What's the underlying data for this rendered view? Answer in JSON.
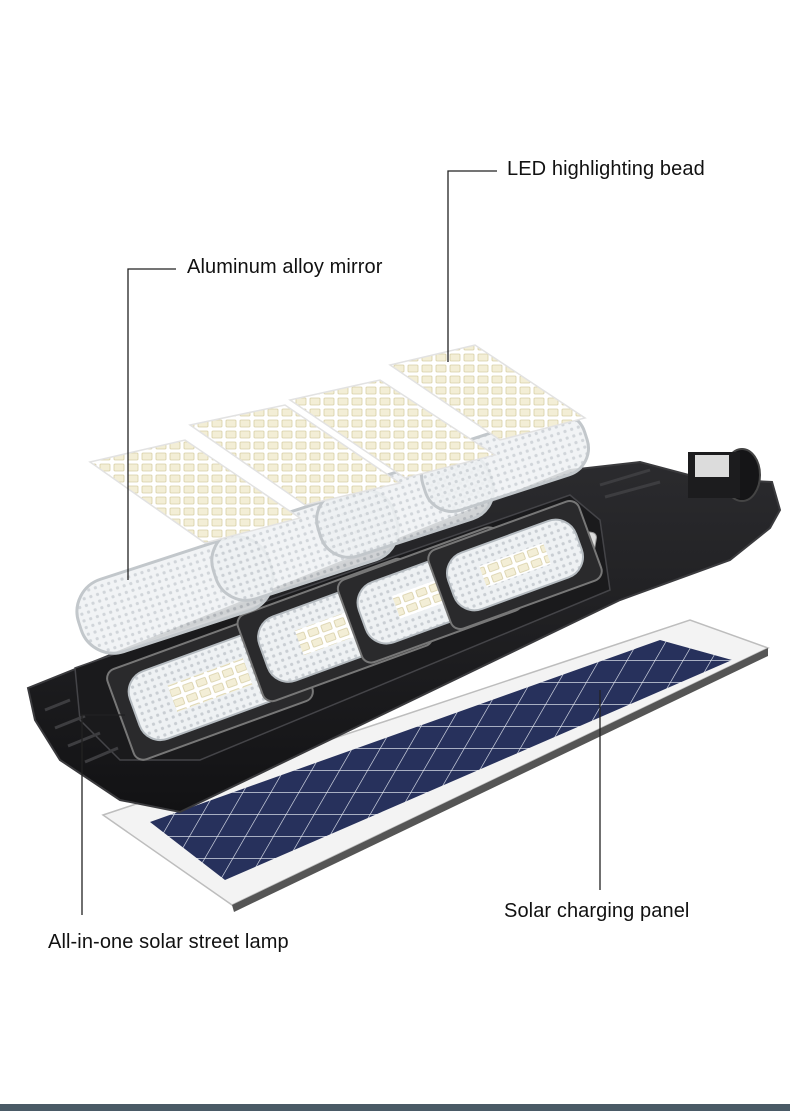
{
  "callouts": {
    "led_bead": "LED highlighting bead",
    "mirror": "Aluminum alloy mirror",
    "solar_panel": "Solar charging panel",
    "street_lamp": "All-in-one solar street lamp"
  },
  "colors": {
    "lamp_body": "#1d1d1f",
    "lamp_edge": "#3a3a3d",
    "solar_cell": "#26305a",
    "solar_frame": "#f2f2f2",
    "led_chip": "#f7f3e3",
    "mirror_silver": "#d9dde0",
    "callout_line": "#222222",
    "bottom_bar": "#4a5a66"
  }
}
